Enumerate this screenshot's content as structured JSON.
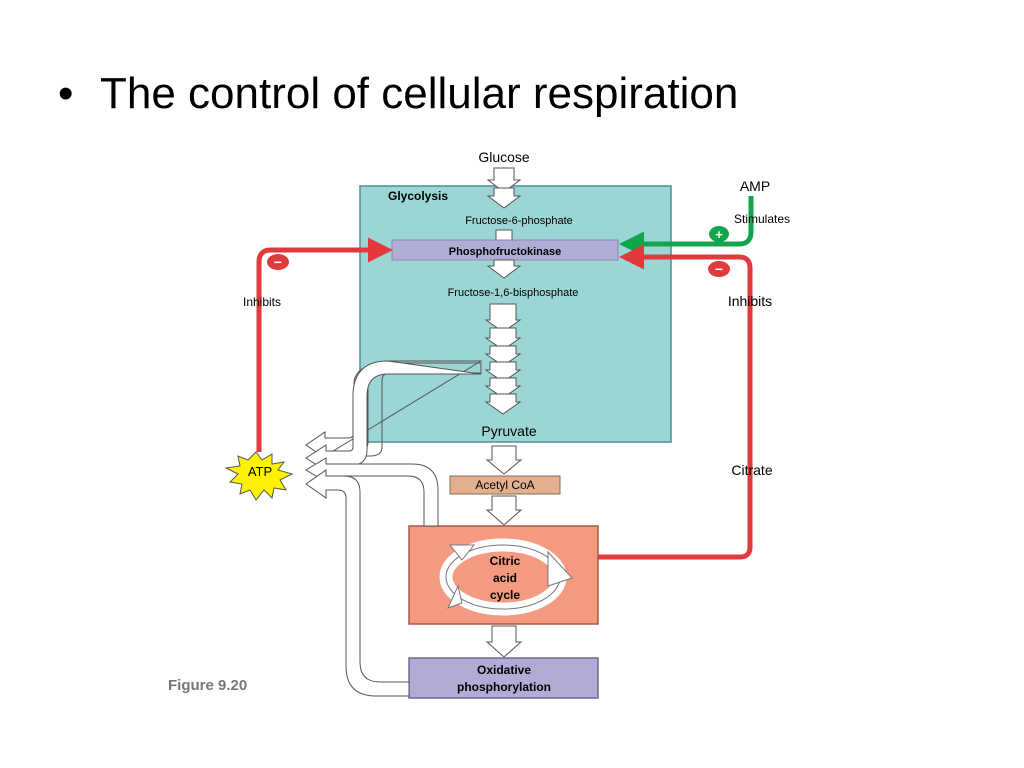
{
  "slide": {
    "bullet": "•",
    "title": "The control of cellular respiration",
    "figure_label": "Figure 9.20"
  },
  "diagram": {
    "glucose": "Glucose",
    "glycolysis": "Glycolysis",
    "fructose6p": "Fructose-6-phosphate",
    "pfk": "Phosphofructokinase",
    "fructose16bp": "Fructose-1,6-bisphosphate",
    "pyruvate": "Pyruvate",
    "acetyl_coa": "Acetyl CoA",
    "citric_line1": "Citric",
    "citric_line2": "acid",
    "citric_line3": "cycle",
    "oxphos_line1": "Oxidative",
    "oxphos_line2": "phosphorylation",
    "atp": "ATP",
    "amp": "AMP",
    "stimulates": "Stimulates",
    "inhibits_left": "Inhibits",
    "inhibits_right": "Inhibits",
    "citrate": "Citrate",
    "plus_sign": "+",
    "minus_left": "−",
    "minus_right": "−",
    "colors": {
      "glycolysis_box": "#9bd6d4",
      "citric_box": "#f39a80",
      "oxphos_box": "#b1acd6",
      "pfk_bar": "#b1acd6",
      "acetyl_box": "#e2b08e",
      "inhibit_red": "#e23a3c",
      "stimulate_green": "#13a54b",
      "atp_star": "#fff200"
    }
  }
}
